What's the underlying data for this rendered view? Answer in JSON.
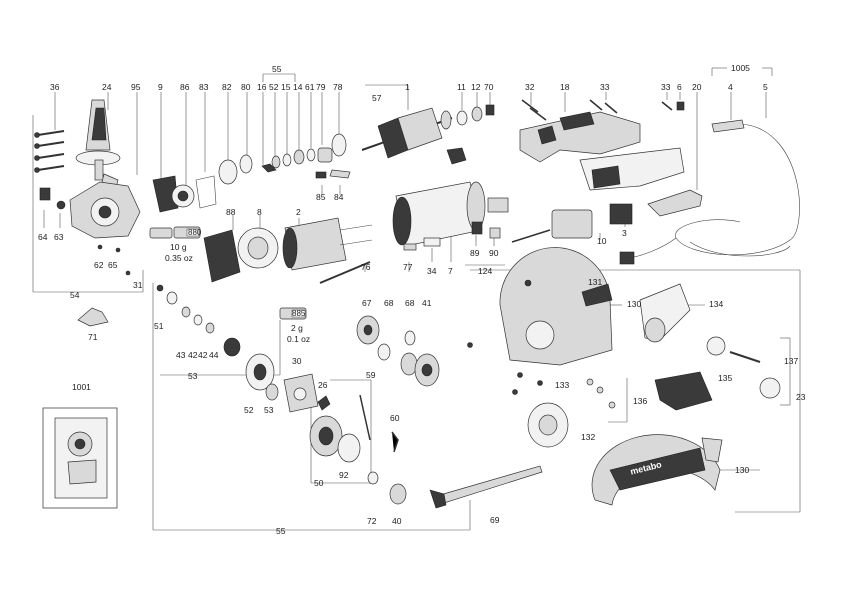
{
  "labels": {
    "p36": "36",
    "p24": "24",
    "p95": "95",
    "p9": "9",
    "p86": "86",
    "p83": "83",
    "p82": "82",
    "p80": "80",
    "p55top": "55",
    "p16": "16",
    "p52top": "52",
    "p15": "15",
    "p14": "14",
    "p61": "61",
    "p79": "79",
    "p78": "78",
    "p57": "57",
    "p1": "1",
    "p11": "11",
    "p12": "12",
    "p70": "70",
    "p32": "32",
    "p18": "18",
    "p33a": "33",
    "p33b": "33",
    "p6": "6",
    "p20": "20",
    "p1005": "1005",
    "p4": "4",
    "p5": "5",
    "p64": "64",
    "p63": "63",
    "p88": "88",
    "p8": "8",
    "p2": "2",
    "p85": "85",
    "p84": "84",
    "p34": "34",
    "p7": "7",
    "p89": "89",
    "p90": "90",
    "p124": "124",
    "p10": "10",
    "p3": "3",
    "p62": "62",
    "p65": "65",
    "p31": "31",
    "p54": "54",
    "p76": "76",
    "p77": "77",
    "p131": "131",
    "p130a": "130",
    "p134": "134",
    "p71": "71",
    "p51": "51",
    "p67": "67",
    "p68a": "68",
    "p68b": "68",
    "p41": "41",
    "p137": "137",
    "p43": "43",
    "p42a": "42",
    "p42b": "42",
    "p44": "44",
    "p53a": "53",
    "p30": "30",
    "p26": "26",
    "p59": "59",
    "p133": "133",
    "p135": "135",
    "p23": "23",
    "p52": "52",
    "p53b": "53",
    "p136": "136",
    "p132": "132",
    "p1001": "1001",
    "p60": "60",
    "p130b": "130",
    "p50": "50",
    "p92": "92",
    "p72": "72",
    "p40": "40",
    "p69": "69",
    "p55bottom": "55"
  },
  "grease": {
    "tube_880": "880",
    "qty_880_g": "10 g",
    "qty_880_oz": "0.35 oz",
    "tube_885": "885",
    "qty_885_g": "2 g",
    "qty_885_oz": "0.1 oz"
  },
  "brand": {
    "text": "metabo"
  },
  "colors": {
    "ink": "#222222",
    "leader": "#555555",
    "part_fill": "#d9d9d9",
    "part_dark": "#3a3a3a"
  }
}
